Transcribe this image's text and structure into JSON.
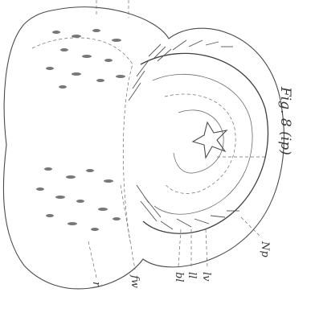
{
  "figure": {
    "caption": "Fig. 8 (ip)",
    "labels": [
      {
        "key": "np",
        "text": "Np"
      },
      {
        "key": "bl",
        "text": "bl"
      },
      {
        "key": "ll",
        "text": "ll"
      },
      {
        "key": "lv",
        "text": "lv"
      },
      {
        "key": "fw",
        "text": "fw"
      },
      {
        "key": "r",
        "text": "r"
      }
    ]
  }
}
